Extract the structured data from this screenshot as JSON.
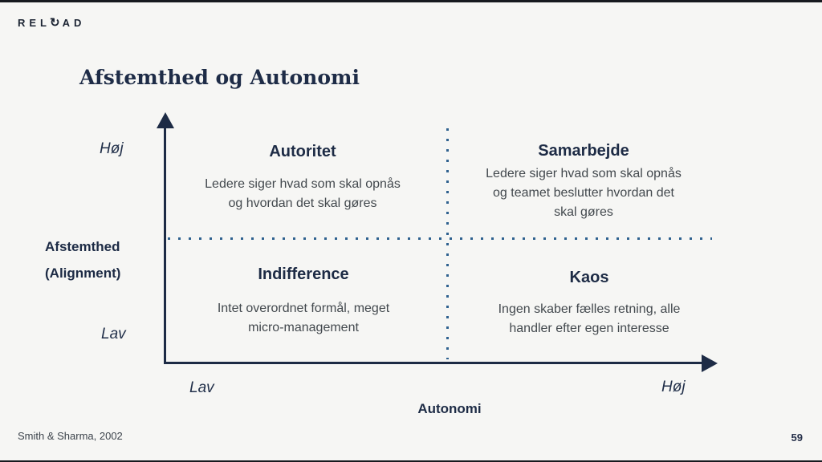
{
  "logo": {
    "left": "REL",
    "icon": "↻",
    "right": "AD"
  },
  "title": "Afstemthed og Autonomi",
  "colors": {
    "background": "#f6f6f4",
    "navy": "#1d2b45",
    "body_text": "#43494e",
    "dotted_line_blue": "#2f618f"
  },
  "y_axis": {
    "high_label": "Høj",
    "low_label": "Lav",
    "title_line1": "Afstemthed",
    "title_line2": "(Alignment)"
  },
  "x_axis": {
    "low_label": "Lav",
    "high_label": "Høj",
    "title": "Autonomi"
  },
  "quadrants": [
    {
      "position": "top-left",
      "title": "Autoritet",
      "description": "Ledere siger hvad som skal opnås\nog hvordan det skal gøres"
    },
    {
      "position": "top-right",
      "title": "Samarbejde",
      "description": "Ledere siger hvad som skal opnås\nog teamet beslutter hvordan det\nskal gøres"
    },
    {
      "position": "bottom-left",
      "title": "Indifference",
      "description": "Intet overordnet formål, meget\nmicro-management"
    },
    {
      "position": "bottom-right",
      "title": "Kaos",
      "description": "Ingen skaber fælles retning, alle\nhandler efter egen interesse"
    }
  ],
  "footer": {
    "citation": "Smith & Sharma, 2002",
    "page_number": "59"
  }
}
